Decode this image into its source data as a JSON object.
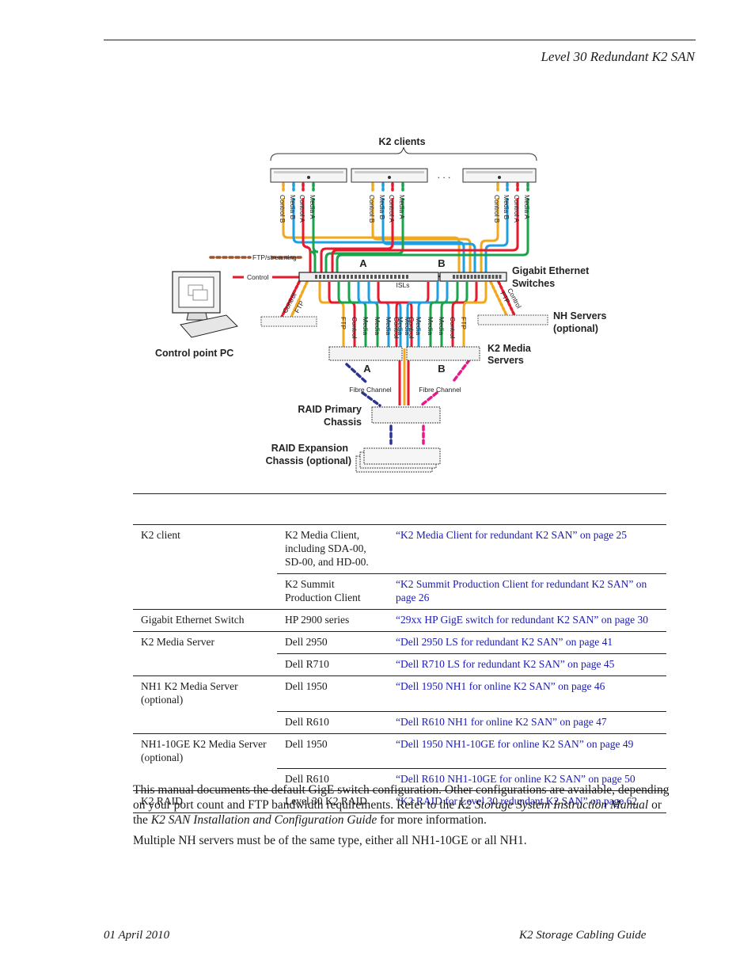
{
  "header": {
    "title": "Level 30 Redundant K2 SAN"
  },
  "diagram": {
    "k2_clients": "K2 clients",
    "ellipsis": ". . .",
    "client_ports": [
      "Control B",
      "Media B",
      "Control A",
      "Media A"
    ],
    "ftp_streaming": "FTP/streaming",
    "control": "Control",
    "switch_a": "A",
    "switch_b": "B",
    "isls": "ISLs",
    "gige_switches_line1": "Gigabit Ethernet",
    "gige_switches_line2": "Switches",
    "nh_servers_line1": "NH Servers",
    "nh_servers_line2": "(optional)",
    "control_ftp_left_1": "Control",
    "control_ftp_left_2": "FTP",
    "control_ftp_right_1": "Control",
    "control_ftp_right_2": "FTP",
    "server_a_ports": [
      "FTP",
      "Control",
      "Media",
      "Media",
      "Media",
      "Media",
      "Control"
    ],
    "server_b_ports": [
      "Control",
      "Media",
      "Media",
      "Media",
      "Media",
      "Control",
      "FTP"
    ],
    "control_point_pc": "Control point PC",
    "media_servers_line1": "K2 Media",
    "media_servers_line2": "Servers",
    "server_a": "A",
    "server_b": "B",
    "fibre_channel": "Fibre Channel",
    "raid_primary_line1": "RAID Primary",
    "raid_primary_line2": "Chassis",
    "raid_expansion_line1": "RAID Expansion",
    "raid_expansion_line2": "Chassis (optional)",
    "colors": {
      "control": "#e8192c",
      "media_a": "#1aa44a",
      "media_b": "#1ea0e0",
      "ftp": "#f3a81c",
      "fibre_a": "#2b3590",
      "fibre_b": "#e8178a",
      "ftp_streaming_line": "#a0522d"
    }
  },
  "table": {
    "rows": [
      {
        "component": "K2 client",
        "model": "K2 Media Client, including SDA-00, SD-00, and HD-00.",
        "link": "“K2 Media Client for redundant K2 SAN” on page 25"
      },
      {
        "component": "",
        "model": "K2 Summit Production Client",
        "link": "“K2 Summit Production Client for redundant K2 SAN” on page 26"
      },
      {
        "component": "Gigabit Ethernet Switch",
        "model": "HP 2900 series",
        "link": "“29xx HP GigE switch for redundant K2 SAN” on page 30"
      },
      {
        "component": "K2 Media Server",
        "model": "Dell 2950",
        "link": "“Dell 2950 LS for redundant K2 SAN” on page 41"
      },
      {
        "component": "",
        "model": "Dell R710",
        "link": "“Dell R710 LS for redundant K2 SAN” on page 45"
      },
      {
        "component": "NH1 K2 Media Server (optional)",
        "model": "Dell 1950",
        "link": "“Dell 1950 NH1 for online K2 SAN” on page 46"
      },
      {
        "component": "",
        "model": "Dell R610",
        "link": "“Dell R610 NH1 for online K2 SAN” on page 47"
      },
      {
        "component": "NH1-10GE K2 Media Server (optional)",
        "model": "Dell 1950",
        "link": "“Dell 1950 NH1-10GE for online K2 SAN” on page 49"
      },
      {
        "component": "",
        "model": "Dell R610",
        "link": "“Dell R610 NH1-10GE for online K2 SAN” on page 50"
      },
      {
        "component": "K2 RAID",
        "model": "Level 30 K2 RAID",
        "link": "“K2 RAID for Level 30 redundant K2 SAN” on page 62"
      }
    ]
  },
  "body": {
    "p1_a": "This manual documents the default GigE switch configuration. Other configurations are available, depending on your port count and FTP bandwidth requirements. Refer to the ",
    "p1_i1": "K2 Storage System Instruction Manual",
    "p1_b": " or the ",
    "p1_i2": "K2 SAN Installation and Configuration Guide",
    "p1_c": " for more information.",
    "p2": "Multiple NH servers must be of the same type, either all NH1-10GE or all NH1."
  },
  "footer": {
    "date": "01 April 2010",
    "guide": "K2 Storage Cabling Guide"
  }
}
